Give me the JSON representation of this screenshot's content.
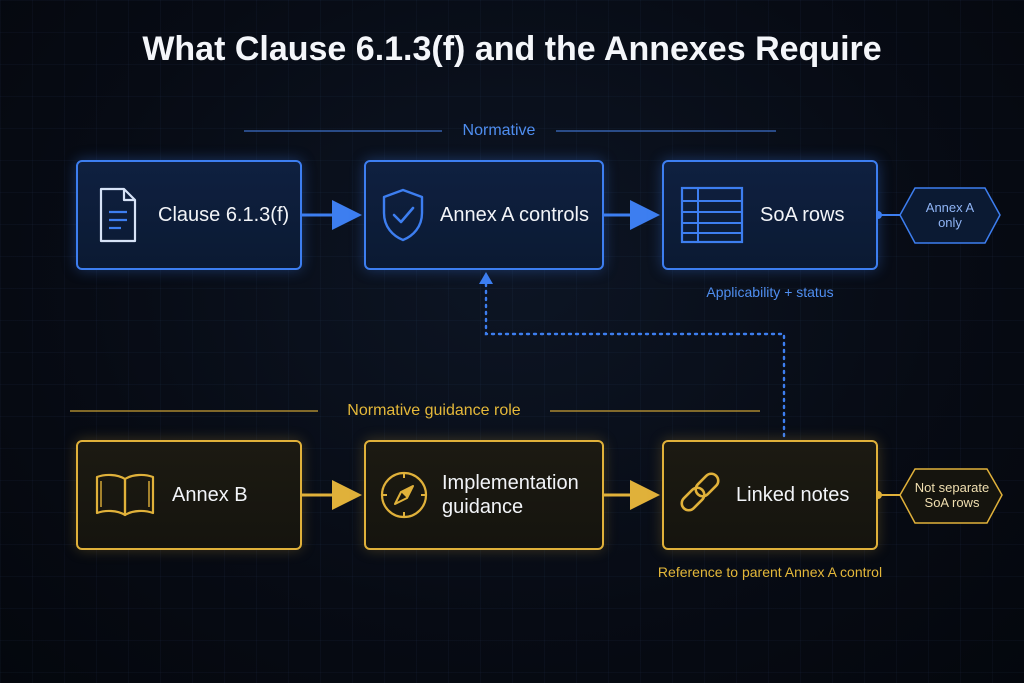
{
  "title": "What Clause 6.1.3(f) and the Annexes Require",
  "sections": {
    "normative": "Normative",
    "guidance": "Normative guidance role"
  },
  "top_row": {
    "clause": {
      "label": "Clause 6.1.3(f)",
      "icon": "document-icon"
    },
    "annex_a": {
      "label": "Annex A controls",
      "icon": "shield-check-icon"
    },
    "soa": {
      "label": "SoA rows",
      "icon": "table-icon"
    },
    "soa_caption": "Applicability + status",
    "tag_line1": "Annex A",
    "tag_line2": "only"
  },
  "bottom_row": {
    "annex_b": {
      "label": "Annex B",
      "icon": "open-book-icon"
    },
    "guidance": {
      "label_line1": "Implementation",
      "label_line2": "guidance",
      "icon": "compass-icon"
    },
    "linked": {
      "label": "Linked notes",
      "icon": "chain-link-icon"
    },
    "linked_caption": "Reference to parent Annex A control",
    "tag_line1": "Not separate",
    "tag_line2": "SoA rows"
  },
  "colors": {
    "blue": "#3d7ef0",
    "gold": "#e0b13a",
    "background": "#070b14"
  }
}
